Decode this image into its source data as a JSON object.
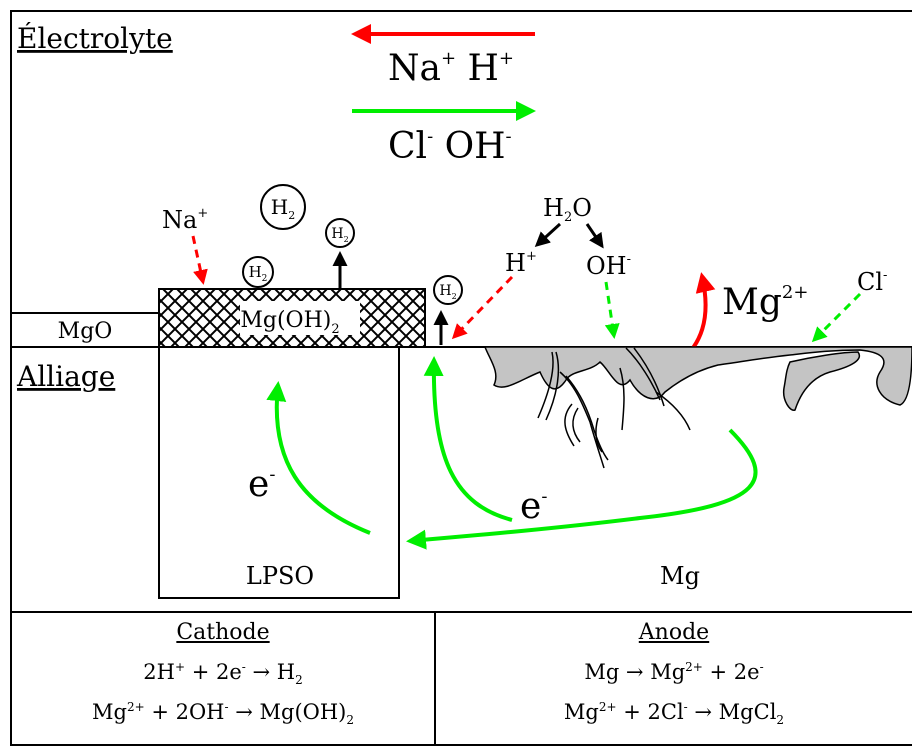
{
  "regions": {
    "electrolyte": "Électrolyte",
    "alloy": "Alliage",
    "oxide": "MgO",
    "hydroxide": "Mg(OH)",
    "hydroxide_sub": "2",
    "lpso": "LPSO",
    "mg": "Mg"
  },
  "legend": {
    "cations": {
      "na": "Na",
      "na_charge": "+",
      "h": "H",
      "h_charge": "+",
      "color": "#ff0000"
    },
    "anions": {
      "cl": "Cl",
      "cl_charge": "-",
      "oh": "OH",
      "oh_charge": "-",
      "color": "#00ee00"
    }
  },
  "species": {
    "na_ion": "Na",
    "na_ion_charge": "+",
    "h2": "H",
    "h2_sub": "2",
    "water": "H",
    "water_sub": "2",
    "water_o": "O",
    "h_ion": "H",
    "h_ion_charge": "+",
    "oh_ion": "OH",
    "oh_ion_charge": "-",
    "mg_ion": "Mg",
    "mg_ion_charge": "2+",
    "cl_ion": "Cl",
    "cl_ion_charge": "-",
    "electron": "e",
    "electron_charge": "-"
  },
  "reactions": {
    "cathode": {
      "title": "Cathode",
      "eq1": {
        "a": "2H",
        "a_sup": "+",
        "b": " + 2e",
        "b_sup": "-",
        "arrow": " → H",
        "sub": "2"
      },
      "eq2": {
        "a": "Mg",
        "a_sup": "2+",
        "b": " + 2OH",
        "b_sup": "-",
        "arrow": " → Mg(OH)",
        "sub": "2"
      }
    },
    "anode": {
      "title": "Anode",
      "eq1": {
        "a": "Mg → Mg",
        "a_sup": "2+",
        "b": " + 2e",
        "b_sup": "-"
      },
      "eq2": {
        "a": "Mg",
        "a_sup": "2+",
        "b": " + 2Cl",
        "b_sup": "-",
        "arrow": " → MgCl",
        "sub": "2"
      }
    }
  },
  "colors": {
    "cation_arrow": "#ff0000",
    "anion_arrow": "#00ee00",
    "electron_arrow": "#00ee00",
    "corrosion_fill": "#c4c4c4"
  }
}
